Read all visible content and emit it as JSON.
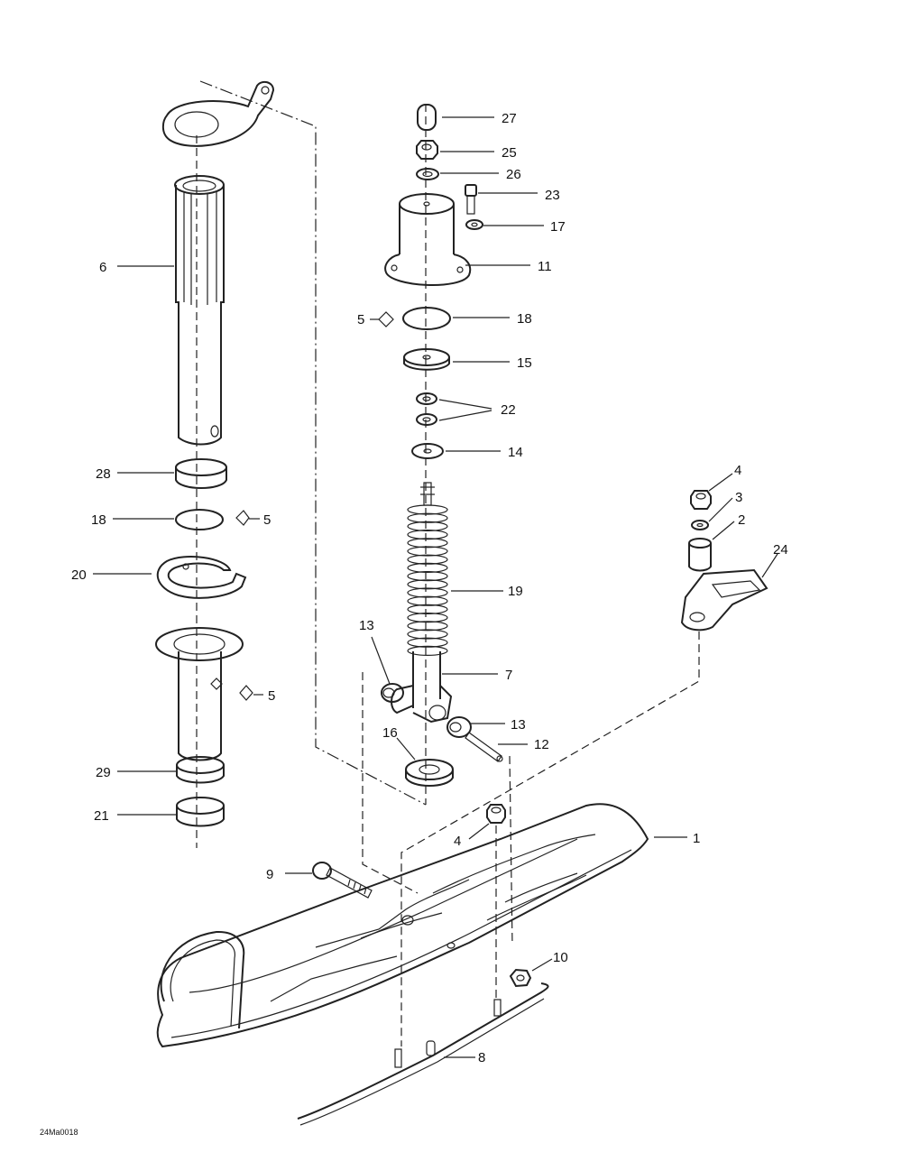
{
  "diagram": {
    "drawing_code": "24Ma0018",
    "callouts": {
      "c27": "27",
      "c25": "25",
      "c26": "26",
      "c23": "23",
      "c17": "17",
      "c11": "11",
      "c5a": "5",
      "c18a": "18",
      "c15": "15",
      "c22": "22",
      "c14": "14",
      "c6": "6",
      "c28": "28",
      "c18b": "18",
      "c5b": "5",
      "c20": "20",
      "c5c": "5",
      "c29": "29",
      "c21": "21",
      "c4a": "4",
      "c3": "3",
      "c2": "2",
      "c24": "24",
      "c19": "19",
      "c13a": "13",
      "c7": "7",
      "c13b": "13",
      "c12": "12",
      "c16": "16",
      "c1": "1",
      "c4b": "4",
      "c9": "9",
      "c10": "10",
      "c8": "8"
    }
  }
}
